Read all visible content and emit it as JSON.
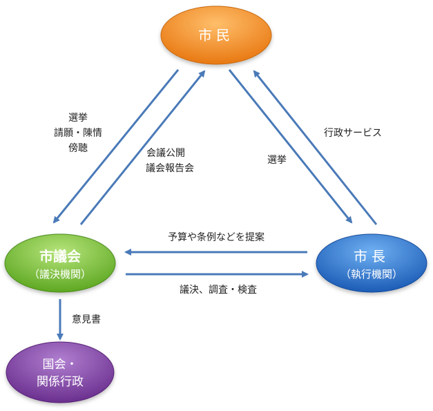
{
  "colors": {
    "citizens": "#f08a1c",
    "council": "#74bf33",
    "mayor": "#2a6fc9",
    "national": "#7c3f9e",
    "arrow": "#4a7ab8"
  },
  "nodes": {
    "citizens": {
      "line1": "市民"
    },
    "council": {
      "line1": "市議会",
      "line2": "（議決機関）"
    },
    "mayor": {
      "line1": "市長",
      "line2": "（執行機関）"
    },
    "national": {
      "line1": "国会・",
      "line2": "関係行政"
    }
  },
  "labels": {
    "election_1": "選挙",
    "petition": "請願・陳情",
    "hearing": "傍聴",
    "open_meetings": "会議公開",
    "council_reports": "議会報告会",
    "election_2": "選挙",
    "admin_services": "行政サービス",
    "proposals": "予算や条例などを提案",
    "resolutions": "議決、調査・検査",
    "written_opinion": "意見書"
  }
}
